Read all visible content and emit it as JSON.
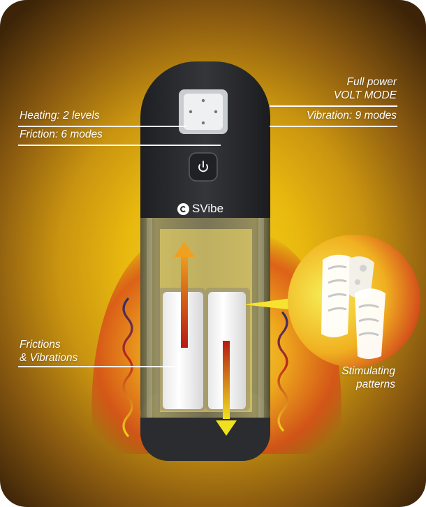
{
  "brand": {
    "name": "SVibe"
  },
  "callouts": {
    "full_power_line1": "Full power",
    "full_power_line2": "VOLT MODE",
    "vibration": "Vibration: 9 modes",
    "heating": "Heating: 2 levels",
    "friction": "Friction: 6 modes",
    "frictions_line1": "Frictions",
    "frictions_line2": "& Vibrations",
    "stimulating_line1": "Stimulating",
    "stimulating_line2": "patterns"
  },
  "icons": [
    "power-icon",
    "brand-logo-icon",
    "arrow-up-icon",
    "arrow-down-icon",
    "wave-icon"
  ],
  "colors": {
    "background_center": "#f3d21a",
    "background_edge": "#3d2408",
    "device_body": "#2c2d30",
    "arrow_gradient_top": "#f0e020",
    "arrow_gradient_bottom": "#b51c12",
    "label_text": "#ffffff"
  }
}
